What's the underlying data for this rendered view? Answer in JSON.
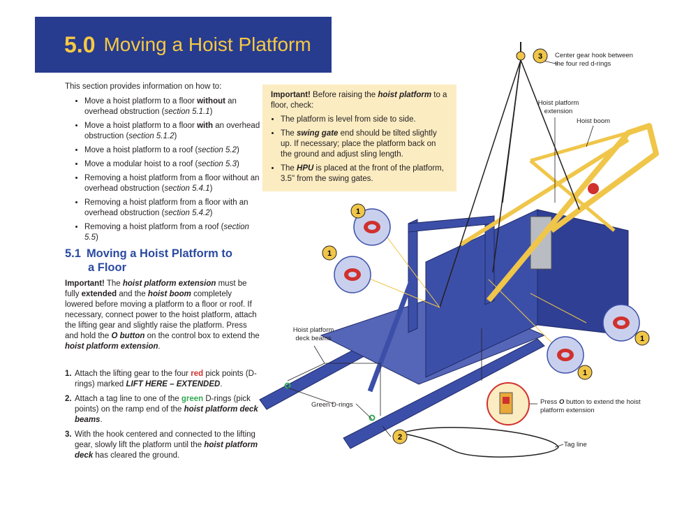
{
  "header": {
    "number": "5.0",
    "title": "Moving a Hoist Platform"
  },
  "intro": "This section provides information on how to:",
  "bullets": [
    {
      "pre": "Move a hoist platform to a floor ",
      "bold": "without",
      "post": " an overhead obstruction (",
      "ref": "section 5.1.1",
      "end": ")"
    },
    {
      "pre": "Move a hoist platform to a floor ",
      "bold": "with",
      "post": " an overhead obstruction (",
      "ref": "section 5.1.2",
      "end": ")"
    },
    {
      "pre": "Move a hoist platform to a roof (",
      "bold": "",
      "post": "",
      "ref": "section 5.2",
      "end": ")"
    },
    {
      "pre": "Move a modular hoist to a roof (",
      "bold": "",
      "post": "",
      "ref": "section 5.3",
      "end": ")"
    },
    {
      "pre": "Removing a hoist platform from a floor without an overhead obstruction (",
      "bold": "",
      "post": "",
      "ref": "section 5.4.1",
      "end": ")"
    },
    {
      "pre": "Removing a hoist platform from a floor with an overhead obstruction (",
      "bold": "",
      "post": "",
      "ref": "section 5.4.2",
      "end": ")"
    },
    {
      "pre": "Removing a hoist platform from a roof (",
      "bold": "",
      "post": "",
      "ref": "section 5.5",
      "end": ")"
    }
  ],
  "section": {
    "number": "5.1",
    "title_line1": "Moving a Hoist Platform to",
    "title_line2": "a Floor"
  },
  "important_para": {
    "label": "Important!",
    "t1": " The ",
    "b1": "hoist platform extension",
    "t2": " must be fully ",
    "b2": "extended",
    "t3": " and the ",
    "b3": "hoist boom",
    "t4": " completely lowered before moving a platform to a floor or roof. If necessary, connect power to the hoist platform, attach the lifting gear and slightly raise the platform. Press and hold the ",
    "b4": "O button",
    "t5": " on the control box to extend the ",
    "b5": "hoist platform extension",
    "t6": "."
  },
  "steps": [
    {
      "n": "1.",
      "t1": "Attach the lifting gear to the four ",
      "c": "red",
      "t2": " pick points (D-rings) marked ",
      "b": "LIFT HERE – EXTENDED",
      "t3": "."
    },
    {
      "n": "2.",
      "t1": "Attach a tag line to one of the ",
      "c": "green",
      "t2": " D-rings (pick points) on the ramp end of the ",
      "b": "hoist platform deck beams",
      "t3": "."
    },
    {
      "n": "3.",
      "t1": "With the hook centered and connected to the lifting gear, slowly lift the platform until the ",
      "c": "",
      "t2": "",
      "b": "hoist platform deck",
      "t3": " has cleared the ground."
    }
  ],
  "note": {
    "label": "Important!",
    "t1": " Before raising the ",
    "b1": "hoist platform",
    "t2": " to a floor, check:",
    "items": [
      {
        "t1": "The platform is level from side to side.",
        "b": "",
        "t2": ""
      },
      {
        "t1": "The ",
        "b": "swing gate",
        "t2": " end should be tilted slightly up. If necessary; place the platform back on the ground and adjust sling length."
      },
      {
        "t1": "The ",
        "b": "HPU",
        "t2": " is placed at the front of the platform, 3.5\" from the swing gates."
      }
    ]
  },
  "callouts": {
    "hook": "Center gear hook between the four red d-rings",
    "extension": "Hoist platform extension",
    "boom": "Hoist boom",
    "deck_beams": "Hoist platform deck beams",
    "green_drings": "Green D-rings",
    "press_pre": "Press ",
    "press_b": "O",
    "press_post": " button to extend the hoist platform extension",
    "tag_line": "Tag line"
  },
  "badges": {
    "one": "1",
    "two": "2",
    "three": "3"
  },
  "colors": {
    "title_bg": "#273b8f",
    "title_fg": "#f6c944",
    "note_bg": "#fbecc2",
    "heading": "#2b4aa0",
    "platform": "#3c4fa8",
    "boom": "#f0c64a",
    "dring": "#d0312d"
  }
}
